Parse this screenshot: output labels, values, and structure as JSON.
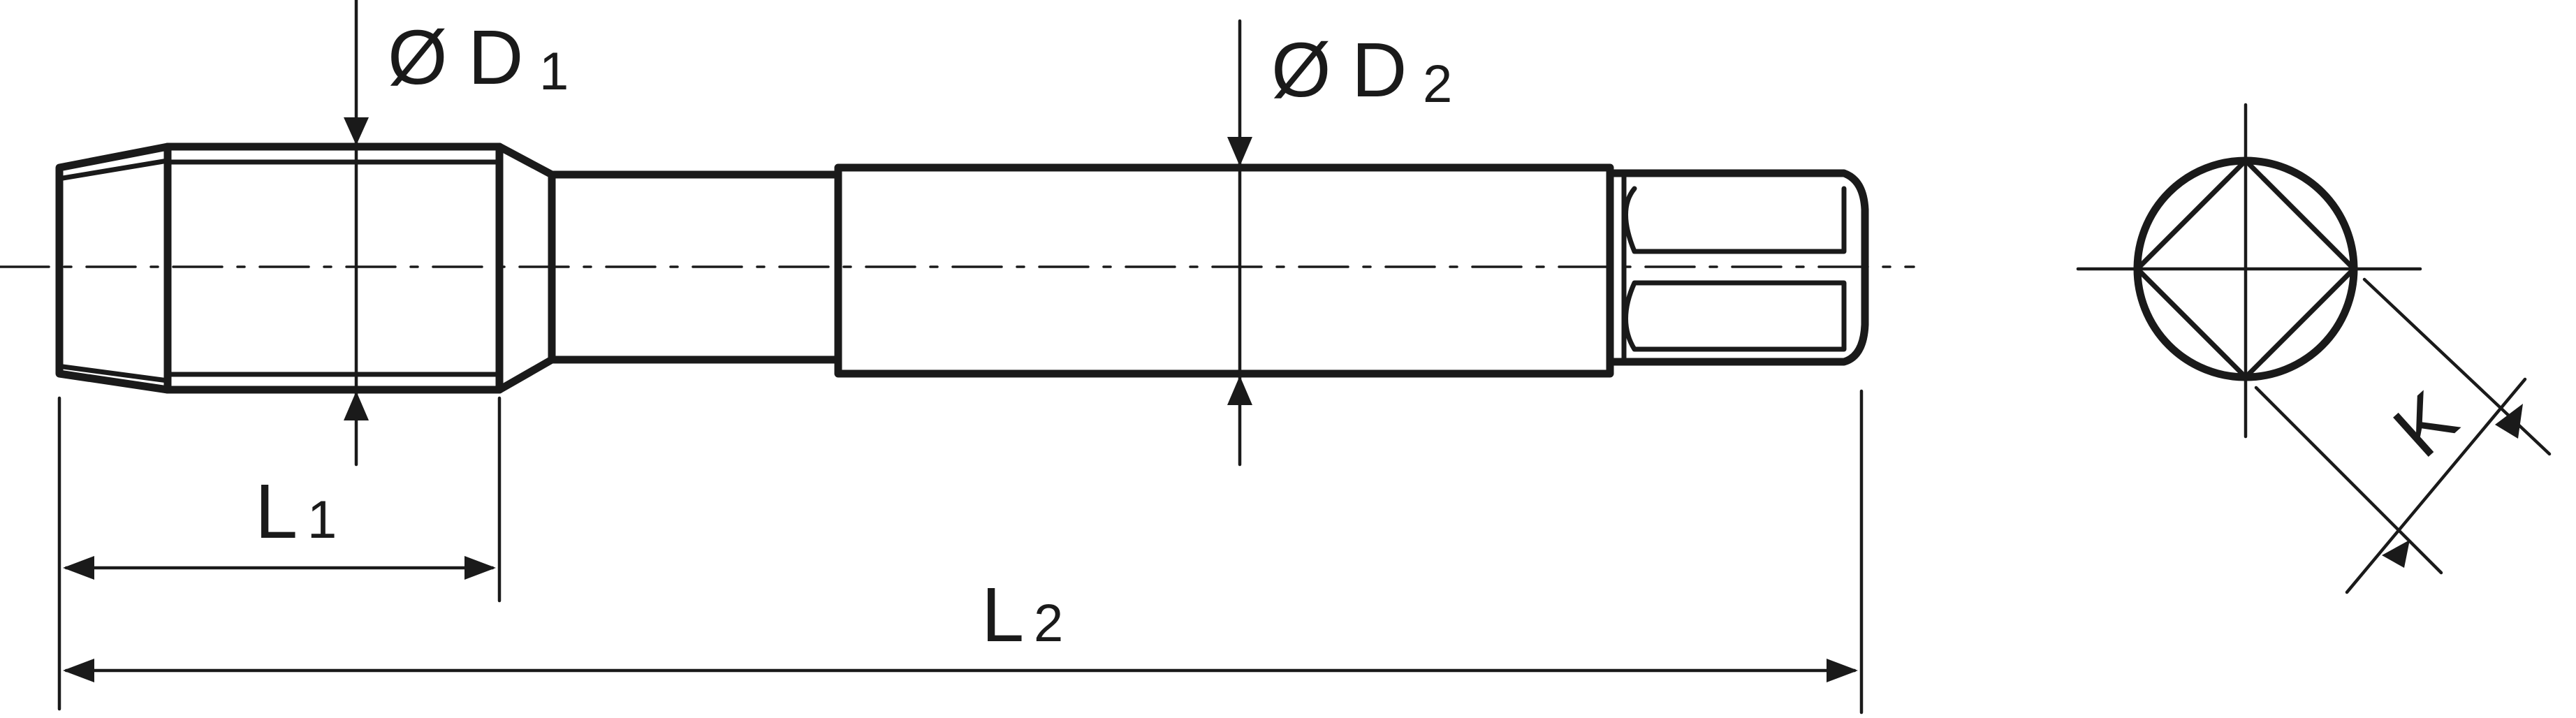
{
  "labels": {
    "diameter_symbol": "Ø",
    "d1_main": "D",
    "d1_sub": "1",
    "d2_main": "D",
    "d2_sub": "2",
    "l1_main": "L",
    "l1_sub": "1",
    "l2_main": "L",
    "l2_sub": "2",
    "k": "K"
  },
  "colors": {
    "ink": "#1a1a1a",
    "paper": "#ffffff"
  }
}
